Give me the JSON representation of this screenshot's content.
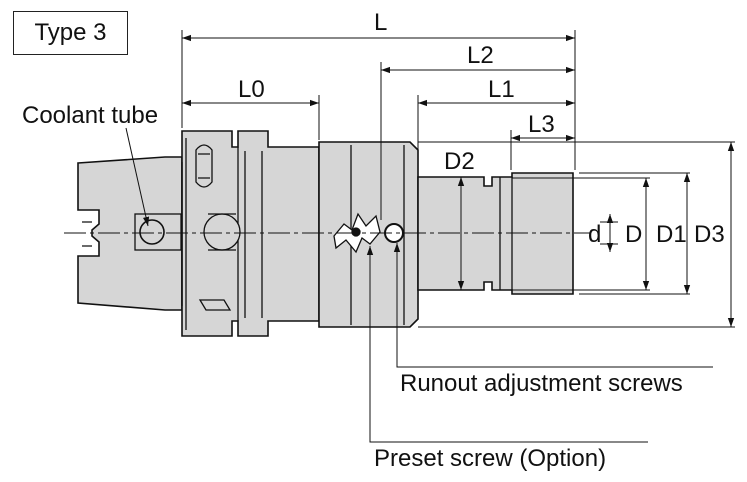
{
  "type_label": "Type 3",
  "labels": {
    "coolant_tube": "Coolant tube",
    "runout_screws": "Runout adjustment screws",
    "preset_screw": "Preset screw (Option)"
  },
  "dimensions": {
    "L": "L",
    "L0": "L0",
    "L1": "L1",
    "L2": "L2",
    "L3": "L3",
    "D2": "D2",
    "d": "d",
    "D": "D",
    "D1": "D1",
    "D3": "D3"
  },
  "colors": {
    "body_fill": "#d6d6d6",
    "line": "#111111"
  }
}
